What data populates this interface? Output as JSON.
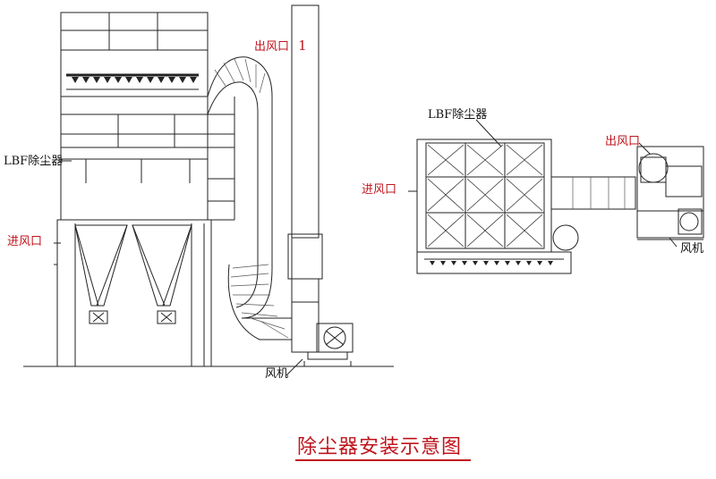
{
  "labels": {
    "left_outlet": "出风口",
    "left_outlet_num": "1",
    "left_collector": "LBF除尘器",
    "left_inlet": "进风口",
    "left_fan": "风机",
    "right_collector": "LBF除尘器",
    "right_inlet": "进风口",
    "right_outlet": "出风口",
    "right_fan": "风机",
    "title": "除尘器安装示意图"
  },
  "colors": {
    "line": "#222222",
    "accent_red": "#c0141c"
  }
}
